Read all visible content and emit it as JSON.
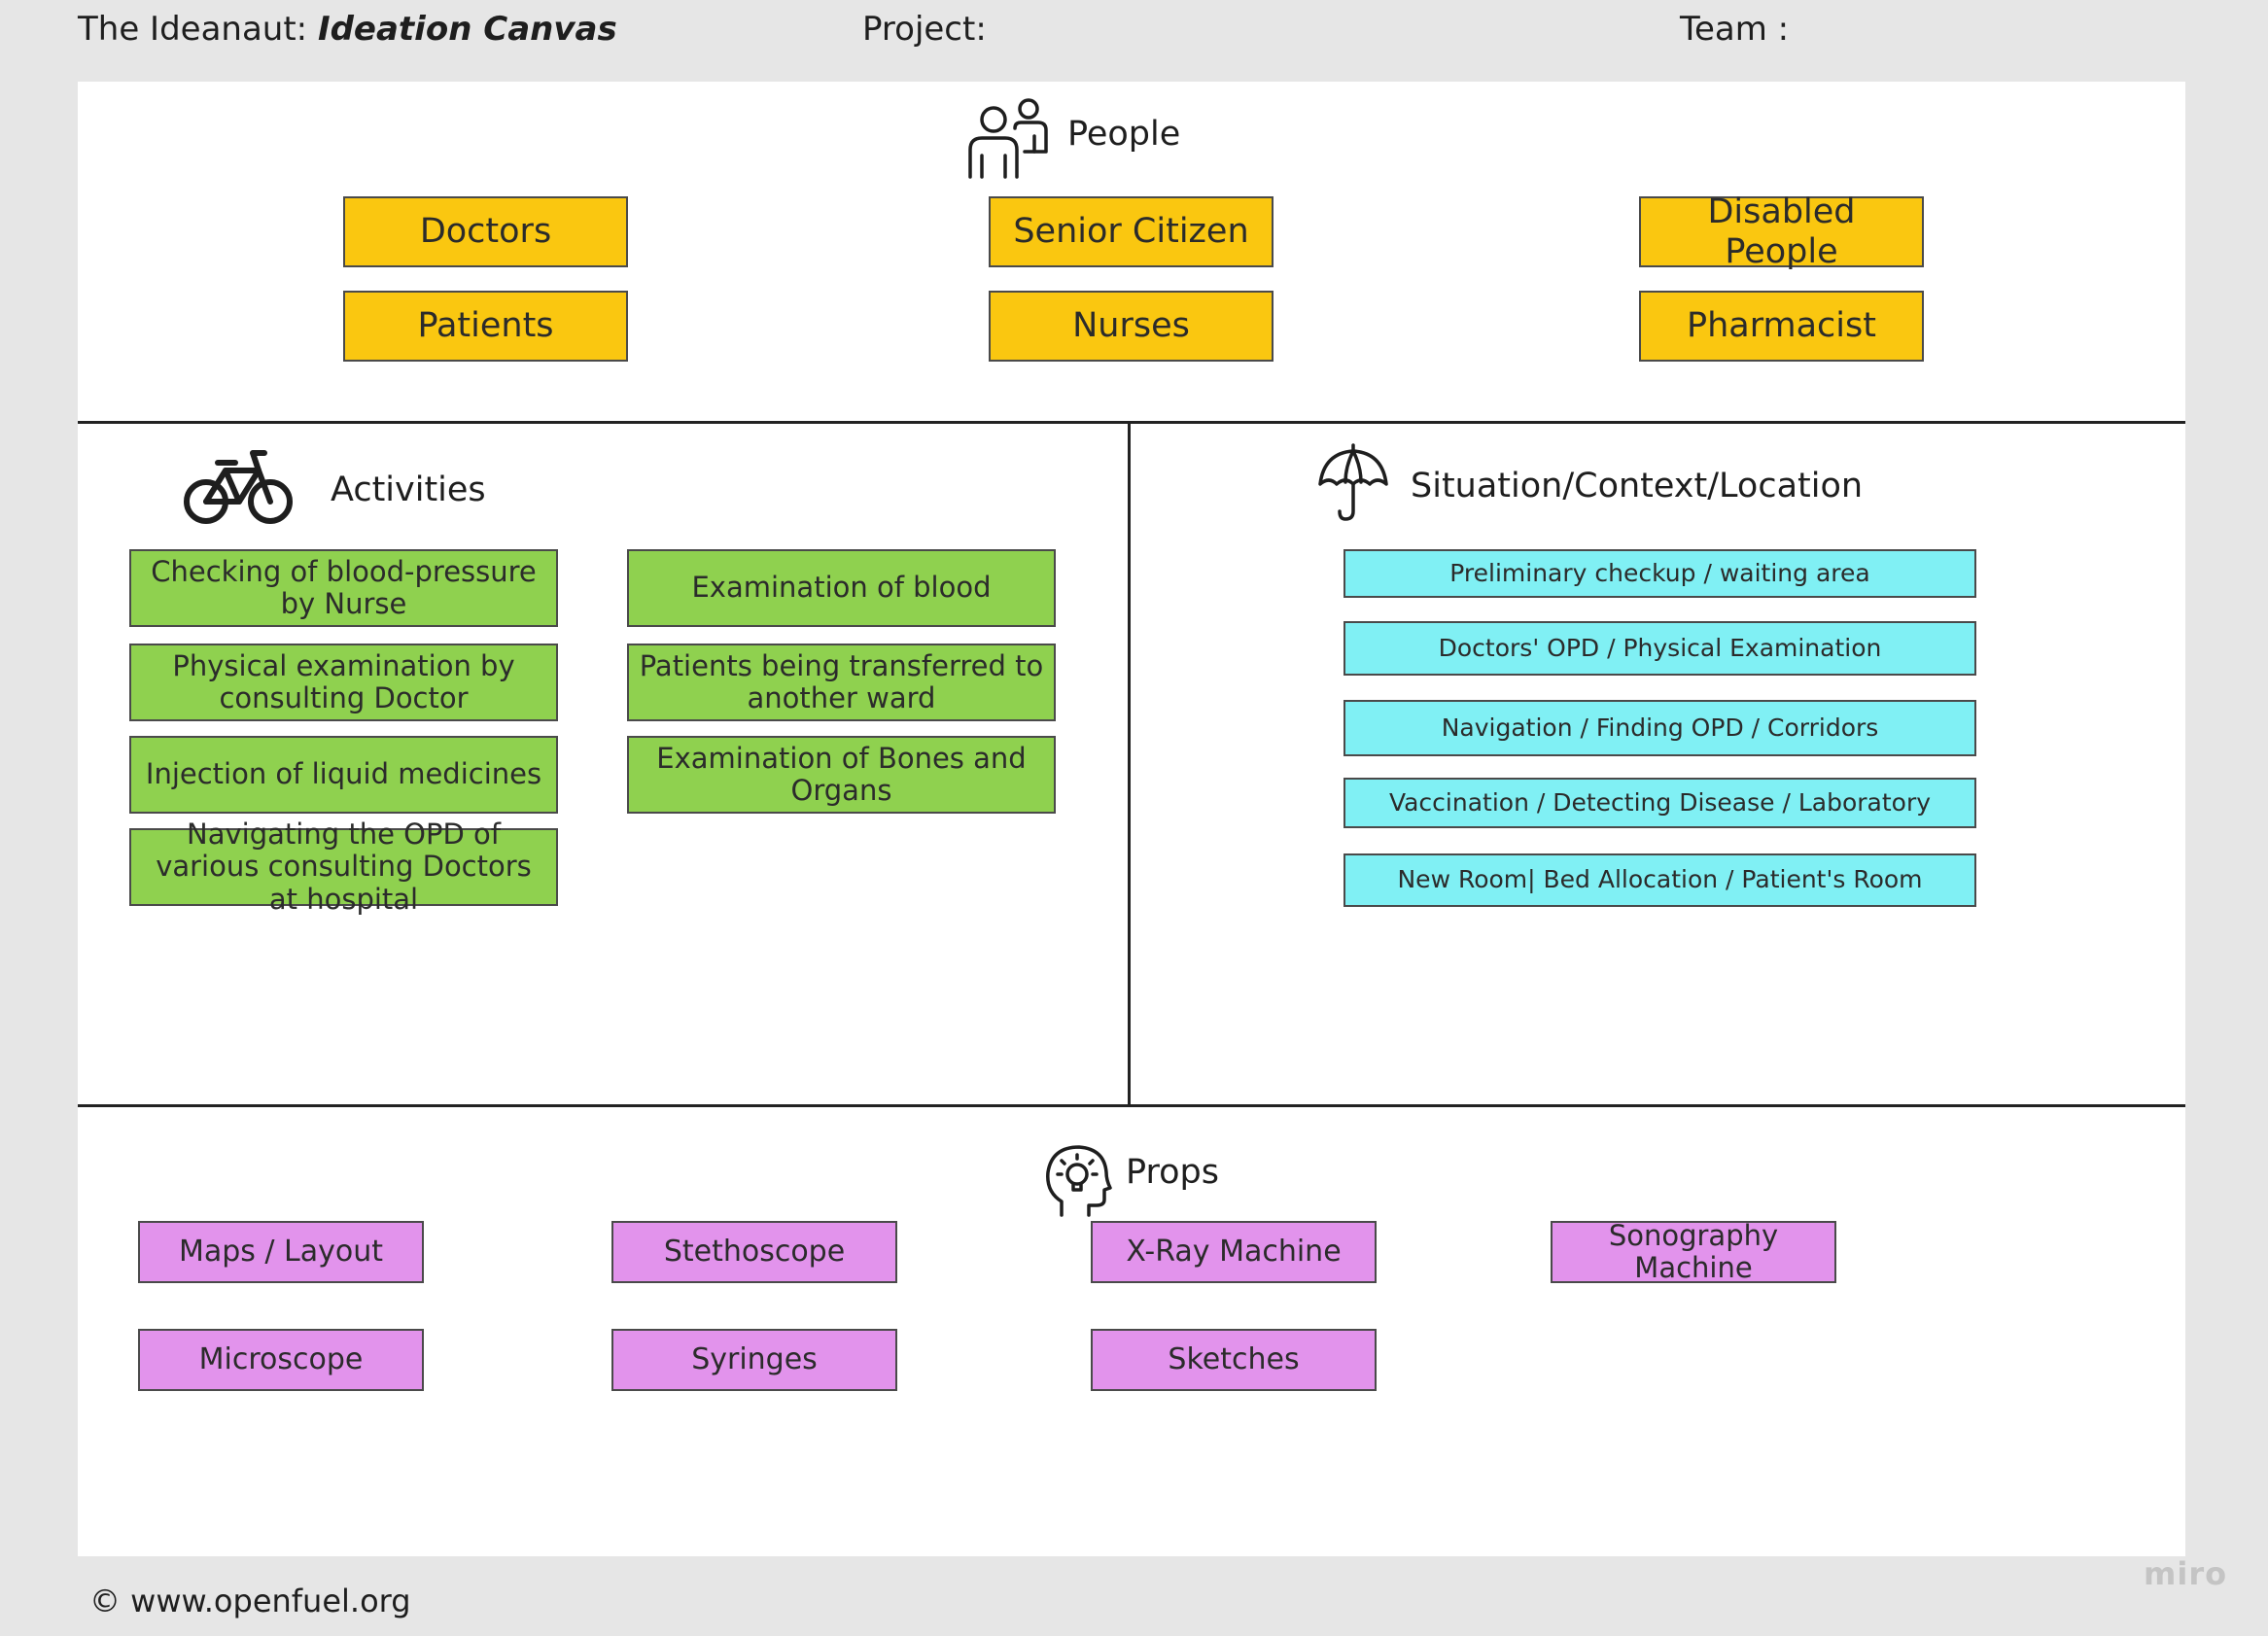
{
  "header": {
    "title_prefix": "The Ideanaut:",
    "title_emphasis": "Ideation Canvas",
    "project_label": "Project:",
    "team_label": "Team :"
  },
  "people": {
    "title": "People",
    "icon": "people-icon",
    "color": "#fac710",
    "notes": [
      "Doctors",
      "Senior Citizen",
      "Disabled People",
      "Patients",
      "Nurses",
      "Pharmacist"
    ]
  },
  "activities": {
    "title": "Activities",
    "icon": "bicycle-icon",
    "color": "#8fd14f",
    "notes": [
      "Checking of blood-pressure by Nurse",
      "Examination of blood",
      "Physical examination by consulting Doctor",
      "Patients being transferred to another ward",
      "Injection of liquid medicines",
      "Examination of Bones and Organs",
      "Navigating the OPD of various consulting Doctors at hospital"
    ]
  },
  "situation": {
    "title": "Situation/Context/Location",
    "icon": "umbrella-icon",
    "color": "#80f0f4",
    "notes": [
      "Preliminary checkup / waiting area",
      "Doctors' OPD / Physical Examination",
      "Navigation / Finding OPD / Corridors",
      "Vaccination / Detecting Disease / Laboratory",
      "New Room| Bed Allocation / Patient's Room"
    ]
  },
  "props": {
    "title": "Props",
    "icon": "head-lightbulb-icon",
    "color": "#e293ec",
    "notes": [
      "Maps / Layout",
      "Stethoscope",
      "X-Ray Machine",
      "Sonography Machine",
      "Microscope",
      "Syringes",
      "Sketches"
    ]
  },
  "footer": {
    "copyright": "© www.openfuel.org",
    "brand": "miro"
  }
}
